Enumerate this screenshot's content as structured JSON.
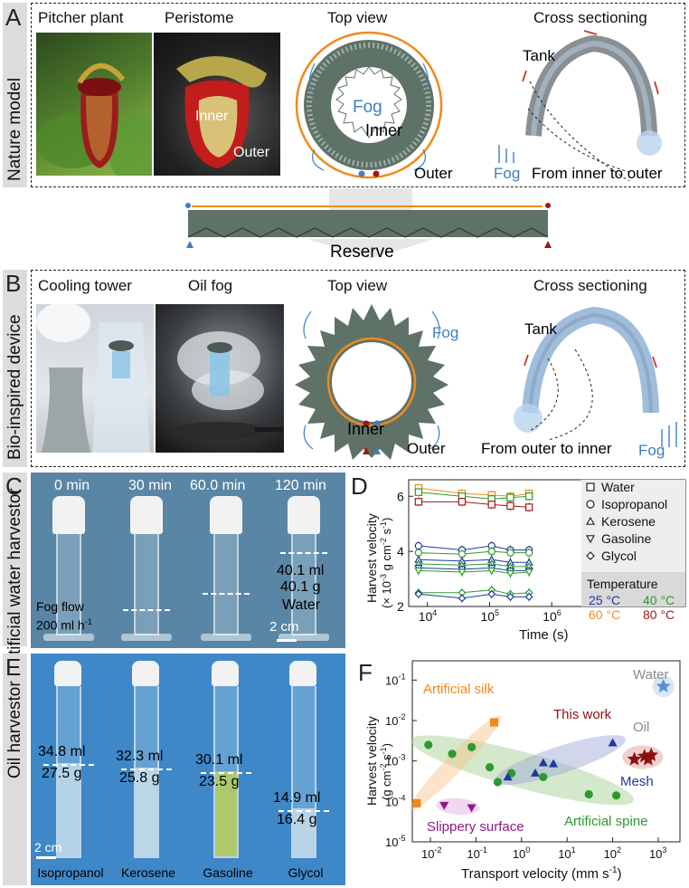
{
  "panels": {
    "A": {
      "letter": "A",
      "side_label": "Nature model",
      "captions": [
        "Pitcher plant",
        "Peristome",
        "Top view",
        "Cross sectioning"
      ],
      "peristome_inner": "Inner",
      "peristome_outer": "Outer",
      "top_view_fog": "Fog",
      "top_view_inner": "Inner",
      "top_view_outer": "Outer",
      "cross_tank": "Tank",
      "cross_fog": "Fog",
      "cross_direction": "From inner to outer"
    },
    "reserve": "Reserve",
    "B": {
      "letter": "B",
      "side_label": "Bio-inspired device",
      "captions": [
        "Cooling tower",
        "Oil fog",
        "Top view",
        "Cross sectioning"
      ],
      "top_view_fog": "Fog",
      "top_view_inner": "Inner",
      "top_view_outer": "Outer",
      "cross_tank": "Tank",
      "cross_fog": "Fog",
      "cross_direction": "From outer to inner"
    },
    "C": {
      "letter": "C",
      "side_label": "Artificial water harvestor",
      "times": [
        "0 min",
        "30 min",
        "60.0 min",
        "120 min"
      ],
      "volume": "40.1 ml",
      "mass": "40.1 g",
      "liquid": "Water",
      "fog_flow_1": "Fog flow",
      "fog_flow_2": "200 ml h",
      "fog_flow_exp": "-1",
      "scale": "2 cm"
    },
    "E": {
      "letter": "E",
      "side_label": "Oil harvestor",
      "scale": "2 cm",
      "oils": [
        {
          "name": "Isopropanol",
          "volume": "34.8 ml",
          "mass": "27.5 g",
          "color": "#cfe3ee",
          "level": 0.55
        },
        {
          "name": "Kerosene",
          "volume": "32.3 ml",
          "mass": "25.8 g",
          "color": "#d8e8ee",
          "level": 0.52
        },
        {
          "name": "Gasoline",
          "volume": "30.1 ml",
          "mass": "23.5 g",
          "color": "#c7d64a",
          "level": 0.5
        },
        {
          "name": "Glycol",
          "volume": "14.9 ml",
          "mass": "16.4 g",
          "color": "#d6e6ee",
          "level": 0.28
        }
      ]
    },
    "D": {
      "letter": "D",
      "legend_temp_title": "Temperature",
      "temps": [
        {
          "label": "25 °C",
          "color": "#1f3b99"
        },
        {
          "label": "40 °C",
          "color": "#2e9a2e"
        },
        {
          "label": "60 °C",
          "color": "#f08a1c"
        },
        {
          "label": "80 °C",
          "color": "#a01818"
        }
      ]
    },
    "F": {
      "letter": "F",
      "group_labels": {
        "water": "Water",
        "silk": "Artificial silk",
        "this_work": "This work",
        "oil": "Oil",
        "mesh": "Mesh",
        "spine": "Artificial spine",
        "slippery": "Slippery surface"
      }
    }
  },
  "chart_data": [
    {
      "type": "scatter",
      "id": "D",
      "xlabel": "Time (s)",
      "ylabel": "Harvest velocity",
      "ylabel_sub": "(× 10",
      "ylabel_sub_exp1": "-3",
      "ylabel_sub_mid": " g cm",
      "ylabel_sub_exp2": "-2",
      "ylabel_sub_end": " s",
      "ylabel_sub_exp3": "-1",
      "ylabel_sub_close": ")",
      "x_scale": "log",
      "xlim": [
        5000,
        3000000
      ],
      "ylim": [
        2,
        6.6
      ],
      "x_ticks": [
        "10",
        "10",
        "10"
      ],
      "x_tick_exps": [
        "4",
        "5",
        "6"
      ],
      "x_tick_values": [
        10000,
        100000,
        1000000
      ],
      "y_ticks": [
        "2",
        "4",
        "6"
      ],
      "y_tick_values": [
        2,
        4,
        6
      ],
      "x": [
        7200,
        36000,
        108000,
        216000,
        432000
      ],
      "legend": [
        "Water",
        "Isopropanol",
        "Kerosene",
        "Gasoline",
        "Glycol"
      ],
      "markers": [
        "square",
        "circle",
        "triangle-up",
        "triangle-down",
        "diamond"
      ],
      "series": [
        {
          "liquid": "Water",
          "temp": "60 °C",
          "color": "#f08a1c",
          "values": [
            6.3,
            6.1,
            6.05,
            6.0,
            6.1
          ]
        },
        {
          "liquid": "Water",
          "temp": "40 °C",
          "color": "#2e9a2e",
          "values": [
            6.15,
            6.0,
            5.9,
            5.95,
            6.0
          ]
        },
        {
          "liquid": "Water",
          "temp": "80 °C",
          "color": "#a01818",
          "values": [
            5.8,
            5.8,
            5.7,
            5.65,
            5.6
          ]
        },
        {
          "liquid": "Isopropanol",
          "temp": "25 °C",
          "color": "#1f3b99",
          "values": [
            4.2,
            4.05,
            4.2,
            4.05,
            4.05
          ]
        },
        {
          "liquid": "Isopropanol",
          "temp": "40 °C",
          "color": "#2e9a2e",
          "values": [
            3.95,
            3.9,
            4.0,
            3.95,
            3.95
          ]
        },
        {
          "liquid": "Kerosene",
          "temp": "25 °C",
          "color": "#1f3b99",
          "values": [
            3.7,
            3.65,
            3.7,
            3.6,
            3.6
          ]
        },
        {
          "liquid": "Kerosene",
          "temp": "40 °C",
          "color": "#2e9a2e",
          "values": [
            3.55,
            3.5,
            3.55,
            3.45,
            3.45
          ]
        },
        {
          "liquid": "Gasoline",
          "temp": "25 °C",
          "color": "#1f3b99",
          "values": [
            3.4,
            3.35,
            3.4,
            3.3,
            3.3
          ]
        },
        {
          "liquid": "Gasoline",
          "temp": "40 °C",
          "color": "#2e9a2e",
          "values": [
            3.3,
            3.25,
            3.3,
            3.2,
            3.25
          ]
        },
        {
          "liquid": "Glycol",
          "temp": "40 °C",
          "color": "#2e9a2e",
          "values": [
            2.5,
            2.5,
            2.6,
            2.45,
            2.5
          ]
        },
        {
          "liquid": "Glycol",
          "temp": "25 °C",
          "color": "#1f3b99",
          "values": [
            2.45,
            2.3,
            2.45,
            2.35,
            2.35
          ]
        }
      ]
    },
    {
      "type": "scatter",
      "id": "F",
      "xlabel": "Transport velocity (mm s",
      "xlabel_exp": "-1",
      "xlabel_close": ")",
      "ylabel": "Harvest velocity",
      "ylabel_sub": "(g cm",
      "ylabel_sub_exp1": "-2",
      "ylabel_sub_mid": " s",
      "ylabel_sub_exp2": "-1",
      "ylabel_sub_close": ")",
      "x_scale": "log",
      "y_scale": "log",
      "xlim": [
        0.004,
        3000
      ],
      "ylim": [
        1e-05,
        0.3
      ],
      "x_ticks": [
        "10",
        "10",
        "10",
        "10",
        "10",
        "10"
      ],
      "x_tick_exps": [
        "-2",
        "-1",
        "0",
        "1",
        "2",
        "3"
      ],
      "x_tick_values": [
        0.01,
        0.1,
        1,
        10,
        100,
        1000
      ],
      "y_ticks": [
        "10",
        "10",
        "10",
        "10",
        "10"
      ],
      "y_tick_exps": [
        "-5",
        "-4",
        "-3",
        "-2",
        "-1"
      ],
      "y_tick_values": [
        1e-05,
        0.0001,
        0.001,
        0.01,
        0.1
      ],
      "series": [
        {
          "name": "Water",
          "marker": "star",
          "color": "#5a8fd0",
          "points": [
            [
              1300,
              0.07
            ]
          ]
        },
        {
          "name": "This work",
          "marker": "star",
          "color": "#8c1010",
          "points": [
            [
              300,
              0.0011
            ],
            [
              500,
              0.0013
            ],
            [
              700,
              0.0014
            ],
            [
              600,
              0.0011
            ]
          ]
        },
        {
          "name": "Artificial silk",
          "marker": "square",
          "color": "#f08a1c",
          "points": [
            [
              0.005,
              9e-05
            ],
            [
              0.25,
              0.009
            ]
          ]
        },
        {
          "name": "Artificial spine",
          "marker": "circle",
          "color": "#2e9a2e",
          "points": [
            [
              0.009,
              0.0025
            ],
            [
              0.03,
              0.0015
            ],
            [
              0.08,
              0.0022
            ],
            [
              0.2,
              0.0007
            ],
            [
              0.3,
              0.0003
            ],
            [
              0.6,
              0.0005
            ],
            [
              3,
              0.0004
            ],
            [
              30,
              0.00015
            ],
            [
              120,
              0.00014
            ]
          ]
        },
        {
          "name": "Mesh",
          "marker": "triangle-up",
          "color": "#1f3b99",
          "points": [
            [
              0.5,
              0.0004
            ],
            [
              2,
              0.0005
            ],
            [
              3,
              0.0009
            ],
            [
              5,
              0.00085
            ],
            [
              100,
              0.0028
            ]
          ]
        },
        {
          "name": "Slippery surface",
          "marker": "triangle-down",
          "color": "#8e1a8a",
          "points": [
            [
              0.02,
              8e-05
            ],
            [
              0.08,
              7e-05
            ]
          ]
        }
      ]
    }
  ]
}
